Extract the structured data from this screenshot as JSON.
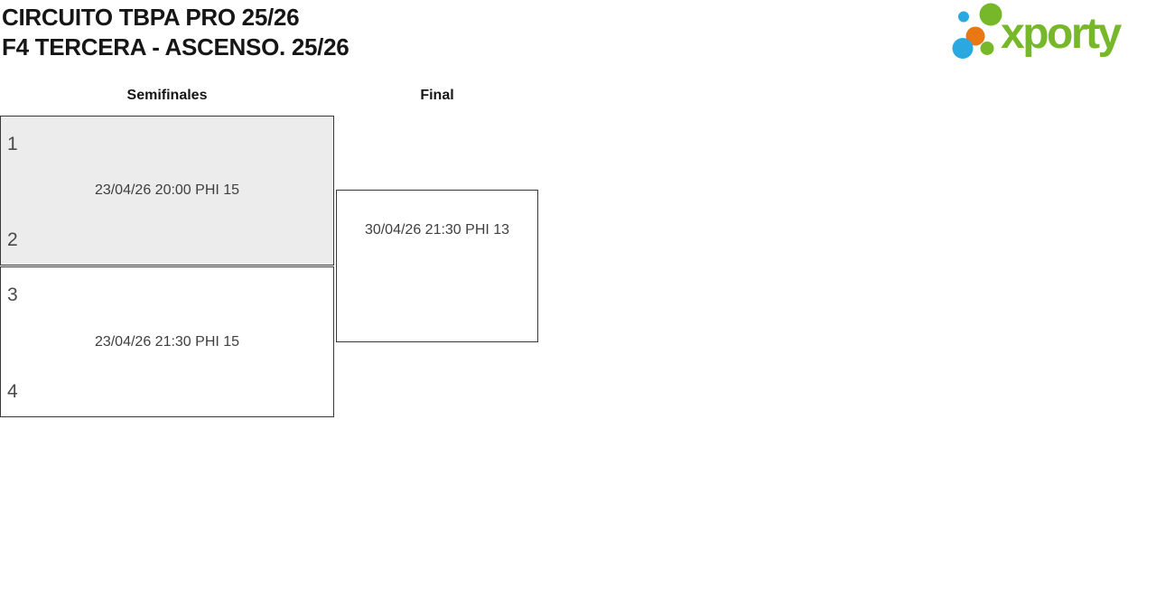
{
  "page": {
    "title_line1": "CIRCUITO TBPA PRO 25/26",
    "title_line2": "F4 TERCERA - ASCENSO. 25/26"
  },
  "logo": {
    "text": "xporty",
    "colors": {
      "green": "#76b82a",
      "blue": "#2aa9e0",
      "orange": "#e97713"
    }
  },
  "bracket": {
    "rounds": [
      {
        "label": "Semifinales",
        "matches": [
          {
            "seed_top": "1",
            "seed_bottom": "2",
            "info": "23/04/26 20:00 PHI 15",
            "highlighted": true
          },
          {
            "seed_top": "3",
            "seed_bottom": "4",
            "info": "23/04/26 21:30 PHI 15",
            "highlighted": false
          }
        ]
      },
      {
        "label": "Final",
        "matches": [
          {
            "info": "30/04/26 21:30 PHI 13"
          }
        ]
      }
    ]
  }
}
